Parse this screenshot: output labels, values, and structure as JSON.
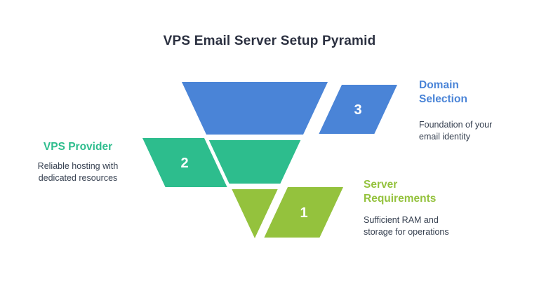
{
  "title": "VPS Email Server Setup Pyramid",
  "colors": {
    "blue": "#4a84d7",
    "green": "#2dbd8d",
    "lime": "#94c23d",
    "title_text": "#2b3040",
    "description_text": "#374151",
    "number_text": "#ffffff"
  },
  "levels": [
    {
      "number": "3",
      "label": "Domain Selection",
      "description": "Foundation of your email identity",
      "color": "#4a84d7",
      "side": "right"
    },
    {
      "number": "2",
      "label": "VPS Provider",
      "description": "Reliable hosting with dedicated resources",
      "color": "#2dbd8d",
      "side": "left"
    },
    {
      "number": "1",
      "label": "Server Requirements",
      "description": "Sufficient RAM and storage for operations",
      "color": "#94c23d",
      "side": "right"
    }
  ]
}
